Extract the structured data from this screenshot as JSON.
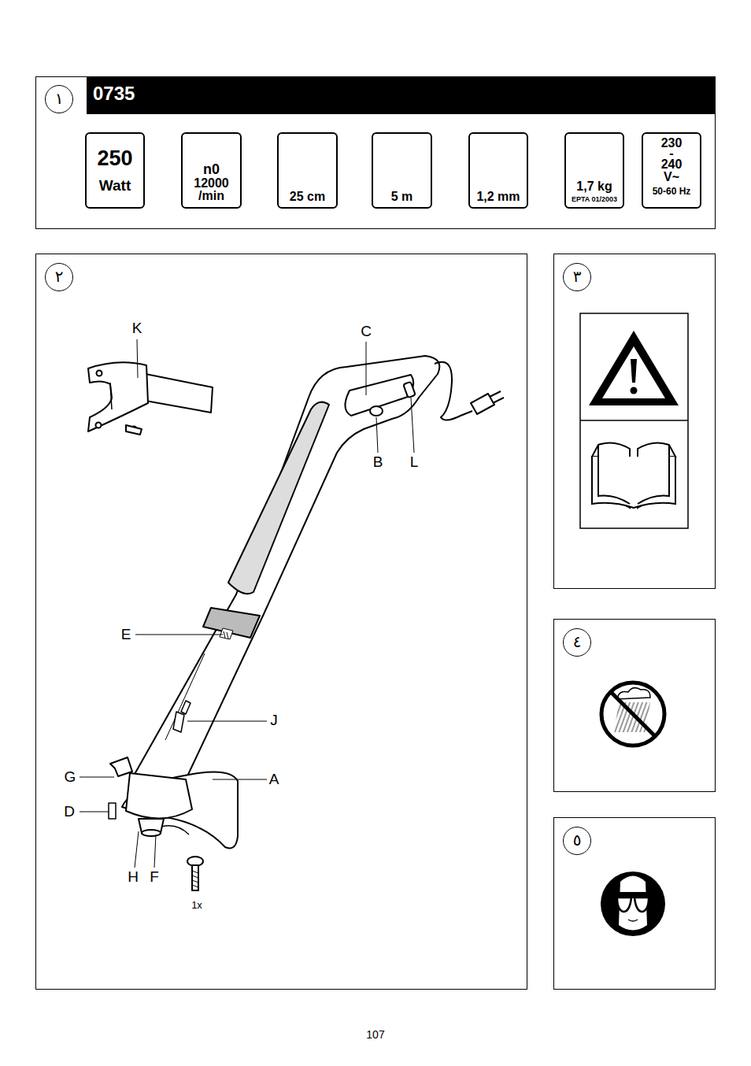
{
  "diagram": {
    "nodes": [
      {
        "text": [
          "١"
        ]
      },
      {
        "text": [
          "0735"
        ],
        "in": 0
      },
      {
        "text": [
          "250",
          "Watt"
        ],
        "in": 0
      },
      {
        "text": [
          "n0",
          "12000 /min"
        ],
        "in": 0
      },
      {
        "text": [
          "25 cm"
        ],
        "in": 0
      },
      {
        "text": [
          "5 m"
        ],
        "in": 0
      },
      {
        "text": [
          "1,2 mm"
        ],
        "in": 0
      },
      {
        "text": [
          "1,7 kg",
          "EPTA 01/2003"
        ],
        "in": 0
      },
      {
        "text": [
          "230",
          "-",
          "240",
          "V~",
          "50-60 Hz"
        ],
        "in": 0
      },
      {
        "text": [
          "٢"
        ]
      },
      {
        "text": [
          "٣"
        ]
      },
      {
        "text": [
          "٤"
        ]
      },
      {
        "text": [
          "٥"
        ]
      }
    ],
    "labels": [
      "K",
      "C",
      "B",
      "L",
      "E",
      "J",
      "G",
      "A",
      "D",
      "H",
      "F",
      "1x",
      "107"
    ]
  }
}
